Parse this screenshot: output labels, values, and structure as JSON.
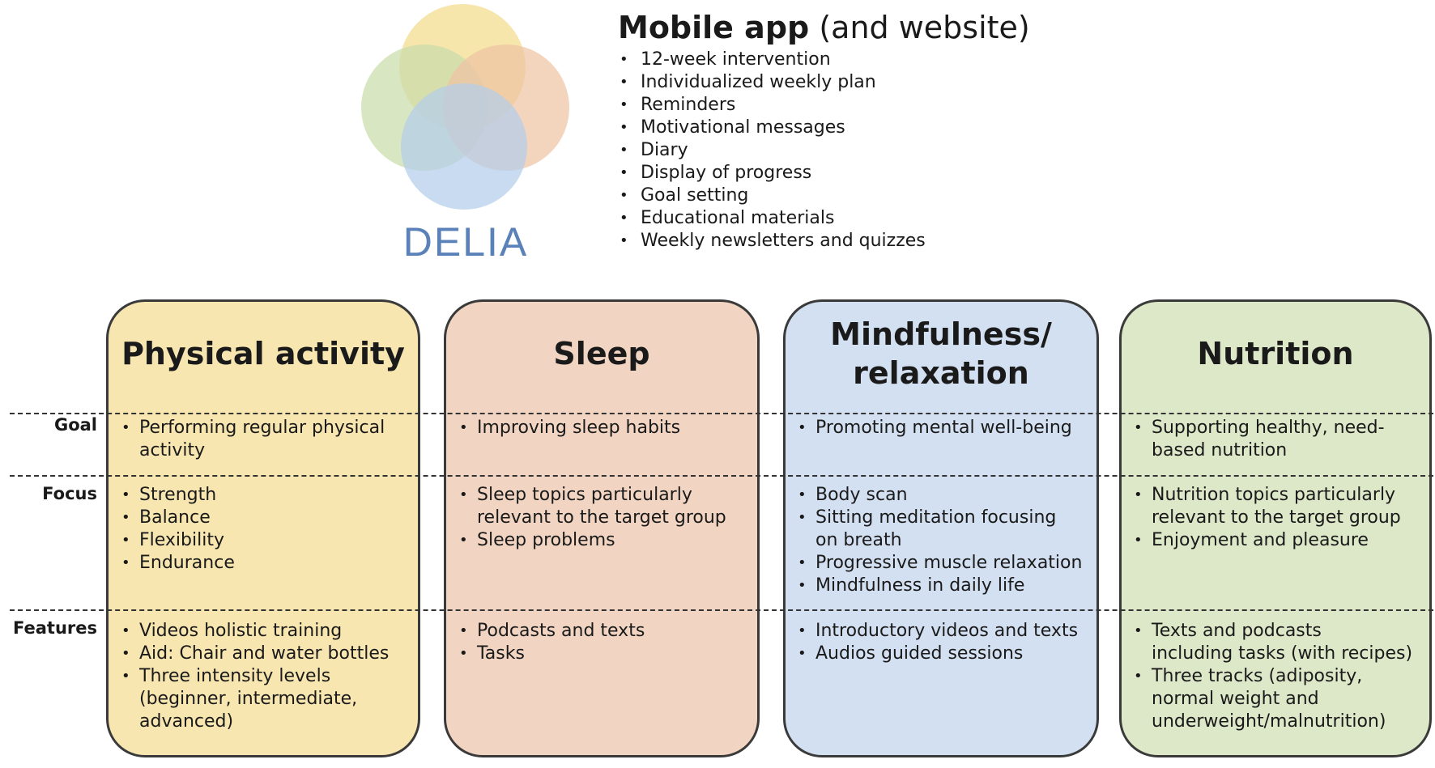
{
  "logo": {
    "text": "DELIA",
    "circle_colors": [
      "#f3dc8c",
      "#c9dcaa",
      "#eec3a4",
      "#b4cdea"
    ]
  },
  "app": {
    "title": "Mobile app",
    "subtitle": "(and website)",
    "items": [
      "12-week intervention",
      "Individualized weekly plan",
      "Reminders",
      "Motivational messages",
      "Diary",
      "Display of progress",
      "Goal setting",
      "Educational materials",
      "Weekly newsletters and quizzes"
    ]
  },
  "rows": [
    "Goal",
    "Focus",
    "Features"
  ],
  "columns": [
    {
      "title": "Physical activity",
      "color": "#f8e6b0",
      "goal": [
        "Performing regular physical\nactivity"
      ],
      "focus": [
        "Strength",
        "Balance",
        "Flexibility",
        "Endurance"
      ],
      "features": [
        "Videos holistic training",
        "Aid: Chair and water bottles",
        "Three intensity levels\n(beginner, intermediate,\nadvanced)"
      ]
    },
    {
      "title": "Sleep",
      "color": "#f1d5c2",
      "goal": [
        "Improving sleep habits"
      ],
      "focus": [
        "Sleep topics particularly\nrelevant to the target group",
        "Sleep problems"
      ],
      "features": [
        "Podcasts and texts",
        "Tasks"
      ]
    },
    {
      "title": "Mindfulness/\nrelaxation",
      "color": "#d3e0f1",
      "goal": [
        "Promoting mental well-being"
      ],
      "focus": [
        "Body scan",
        "Sitting meditation focusing\non breath",
        "Progressive muscle relaxation",
        "Mindfulness in daily life"
      ],
      "features": [
        "Introductory videos and texts",
        "Audios guided sessions"
      ]
    },
    {
      "title": "Nutrition",
      "color": "#dde8c9",
      "goal": [
        "Supporting healthy, need-\nbased nutrition"
      ],
      "focus": [
        "Nutrition topics particularly\nrelevant to the target group",
        "Enjoyment and pleasure"
      ],
      "features": [
        "Texts and podcasts\nincluding tasks (with recipes)",
        "Three tracks (adiposity,\nnormal weight and\nunderweight/malnutrition)"
      ]
    }
  ]
}
